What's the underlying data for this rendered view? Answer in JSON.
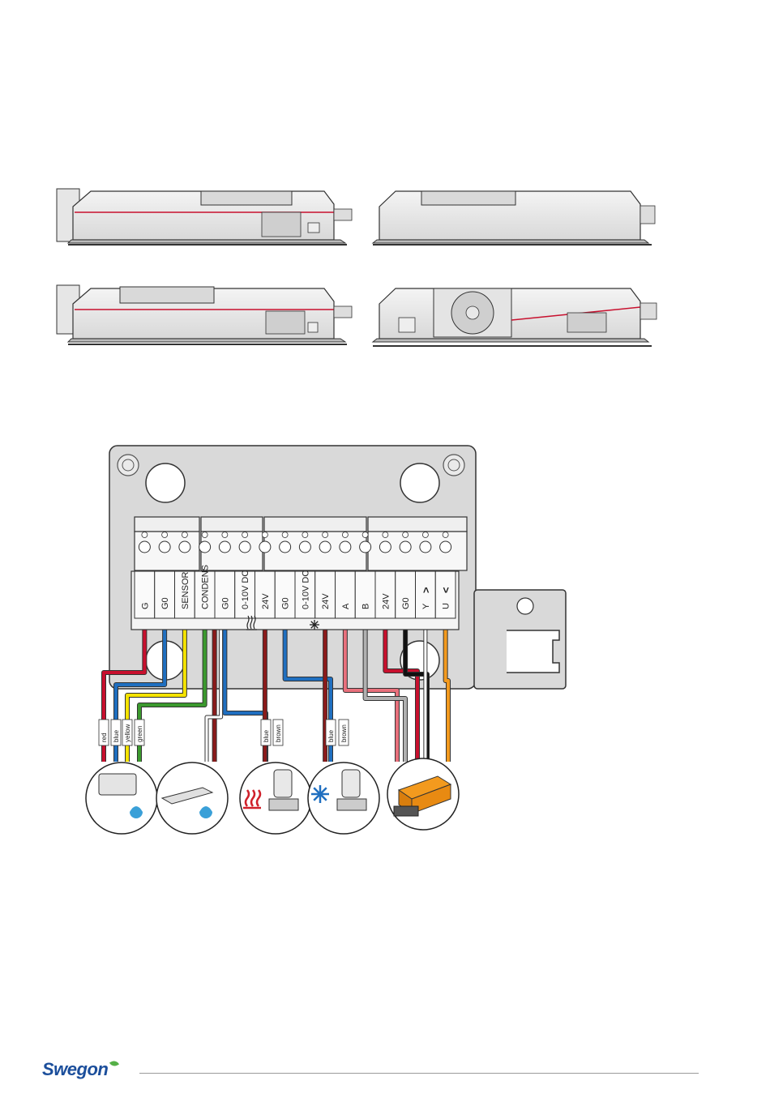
{
  "brand": {
    "name": "Swegon",
    "color": "#1b4e9b",
    "leaf_color": "#55b047"
  },
  "terminals": [
    {
      "label": "G"
    },
    {
      "label": "G0"
    },
    {
      "label": "SENSOR"
    },
    {
      "label": "CONDENS"
    },
    {
      "label": "G0"
    },
    {
      "label": "0-10V DC"
    },
    {
      "label": "24V"
    },
    {
      "label": "G0"
    },
    {
      "label": "0-10V DC"
    },
    {
      "label": "24V"
    },
    {
      "label": "A"
    },
    {
      "label": "B"
    },
    {
      "label": "24V"
    },
    {
      "label": "G0"
    },
    {
      "label": "Y"
    },
    {
      "label": "U"
    }
  ],
  "terminal_marks": {
    "y": ">",
    "u": "<"
  },
  "wire_tags": [
    {
      "label": "red"
    },
    {
      "label": "blue"
    },
    {
      "label": "yellow"
    },
    {
      "label": "green"
    },
    {
      "label": "blue"
    },
    {
      "label": "brown"
    },
    {
      "label": "blue"
    },
    {
      "label": "brown"
    }
  ],
  "symbols": {
    "heat": "heating-symbol",
    "cool": "cooling-symbol"
  },
  "devices": [
    "condensation-sensor-unit",
    "condensation-sensor-strip",
    "heating-valve-actuator",
    "cooling-valve-actuator",
    "damper-motor"
  ],
  "wire_colors": {
    "red": "#c8102e",
    "blue": "#1f6fc0",
    "yellow": "#f5e300",
    "green": "#3c9a2e",
    "darkred": "#8b1a1a",
    "white": "#ffffff",
    "pink": "#e8707c",
    "grey": "#b0b0b0",
    "black": "#111111",
    "orange": "#f39a1e"
  }
}
